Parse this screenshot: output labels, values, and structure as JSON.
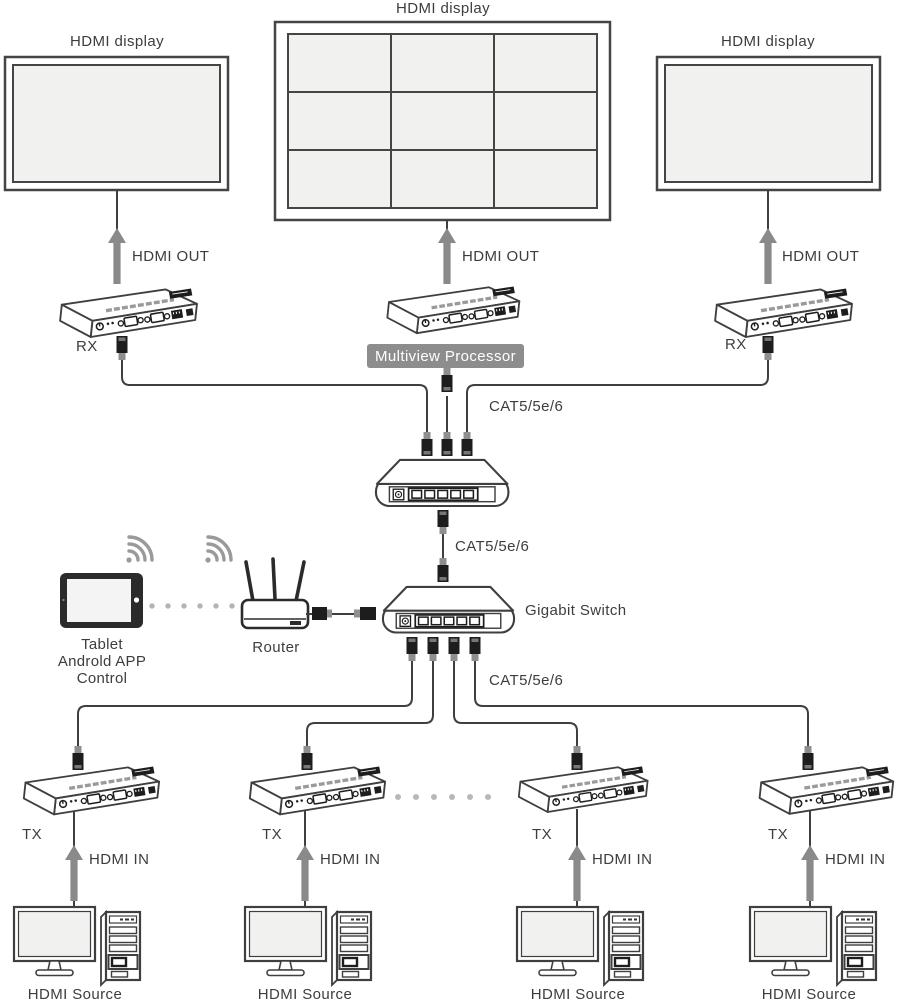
{
  "colors": {
    "line": "#3f3f3f",
    "arrow": "#8a8a8a",
    "screen_fill": "#f1f1f0",
    "badge_bg": "#8d8d8d",
    "badge_text": "#ffffff",
    "dots": "#b3b3b3",
    "text": "#3d3d3d"
  },
  "displays": {
    "left_label": "HDMI display",
    "center_label": "HDMI display",
    "right_label": "HDMI display",
    "center_grid": "3x3 multiview wall"
  },
  "receivers": {
    "left_out_label": "HDMI OUT",
    "center_out_label": "HDMI OUT",
    "right_out_label": "HDMI OUT",
    "left_name": "RX",
    "right_name": "RX",
    "processor_badge": "Multiview Processor"
  },
  "network": {
    "cat5_top": "CAT5/5e/6",
    "cat5_middle": "CAT5/5e/6",
    "cat5_bottom": "CAT5/5e/6",
    "gigabit_switch": "Gigabit Switch",
    "router": "Router",
    "tablet_lines": [
      "Tablet",
      "Androld APP",
      "Control"
    ]
  },
  "transmitters": {
    "names": [
      "TX",
      "TX",
      "TX",
      "TX"
    ],
    "in_labels": [
      "HDMI IN",
      "HDMI IN",
      "HDMI IN",
      "HDMI IN"
    ]
  },
  "sources": {
    "labels": [
      "HDMI Source",
      "HDMI Source",
      "HDMI Source",
      "HDMI Source"
    ]
  }
}
